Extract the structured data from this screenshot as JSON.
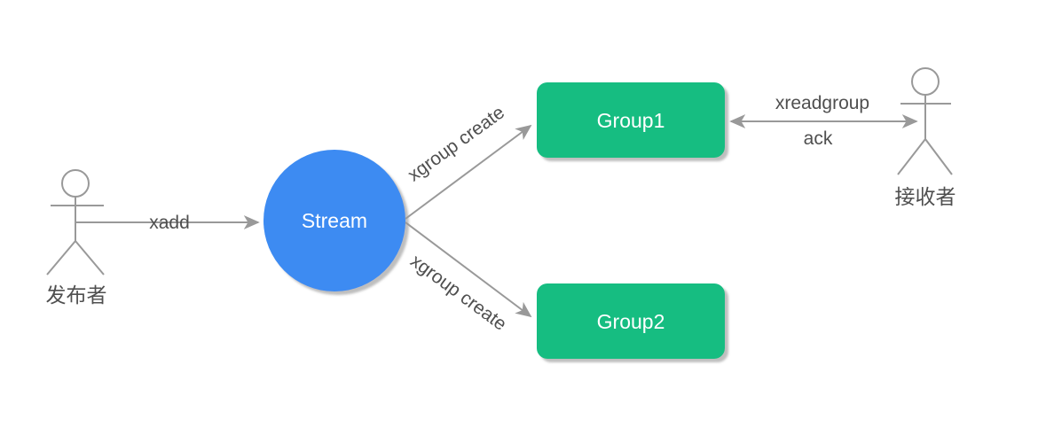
{
  "colors": {
    "stream_fill": "#3d8bf2",
    "group_fill": "#12bd81",
    "line": "#999999",
    "label_text": "#4f4f4f",
    "node_text": "#ffffff",
    "background": "#ffffff"
  },
  "nodes": {
    "publisher": {
      "label": "发布者"
    },
    "stream": {
      "label": "Stream"
    },
    "group1": {
      "label": "Group1"
    },
    "group2": {
      "label": "Group2"
    },
    "receiver": {
      "label": "接收者"
    }
  },
  "edges": {
    "xadd": {
      "label": "xadd"
    },
    "xgroup_create_top": {
      "label": "xgroup create"
    },
    "xgroup_create_bottom": {
      "label": "xgroup create"
    },
    "xreadgroup": {
      "label": "xreadgroup"
    },
    "ack": {
      "label": "ack"
    }
  }
}
